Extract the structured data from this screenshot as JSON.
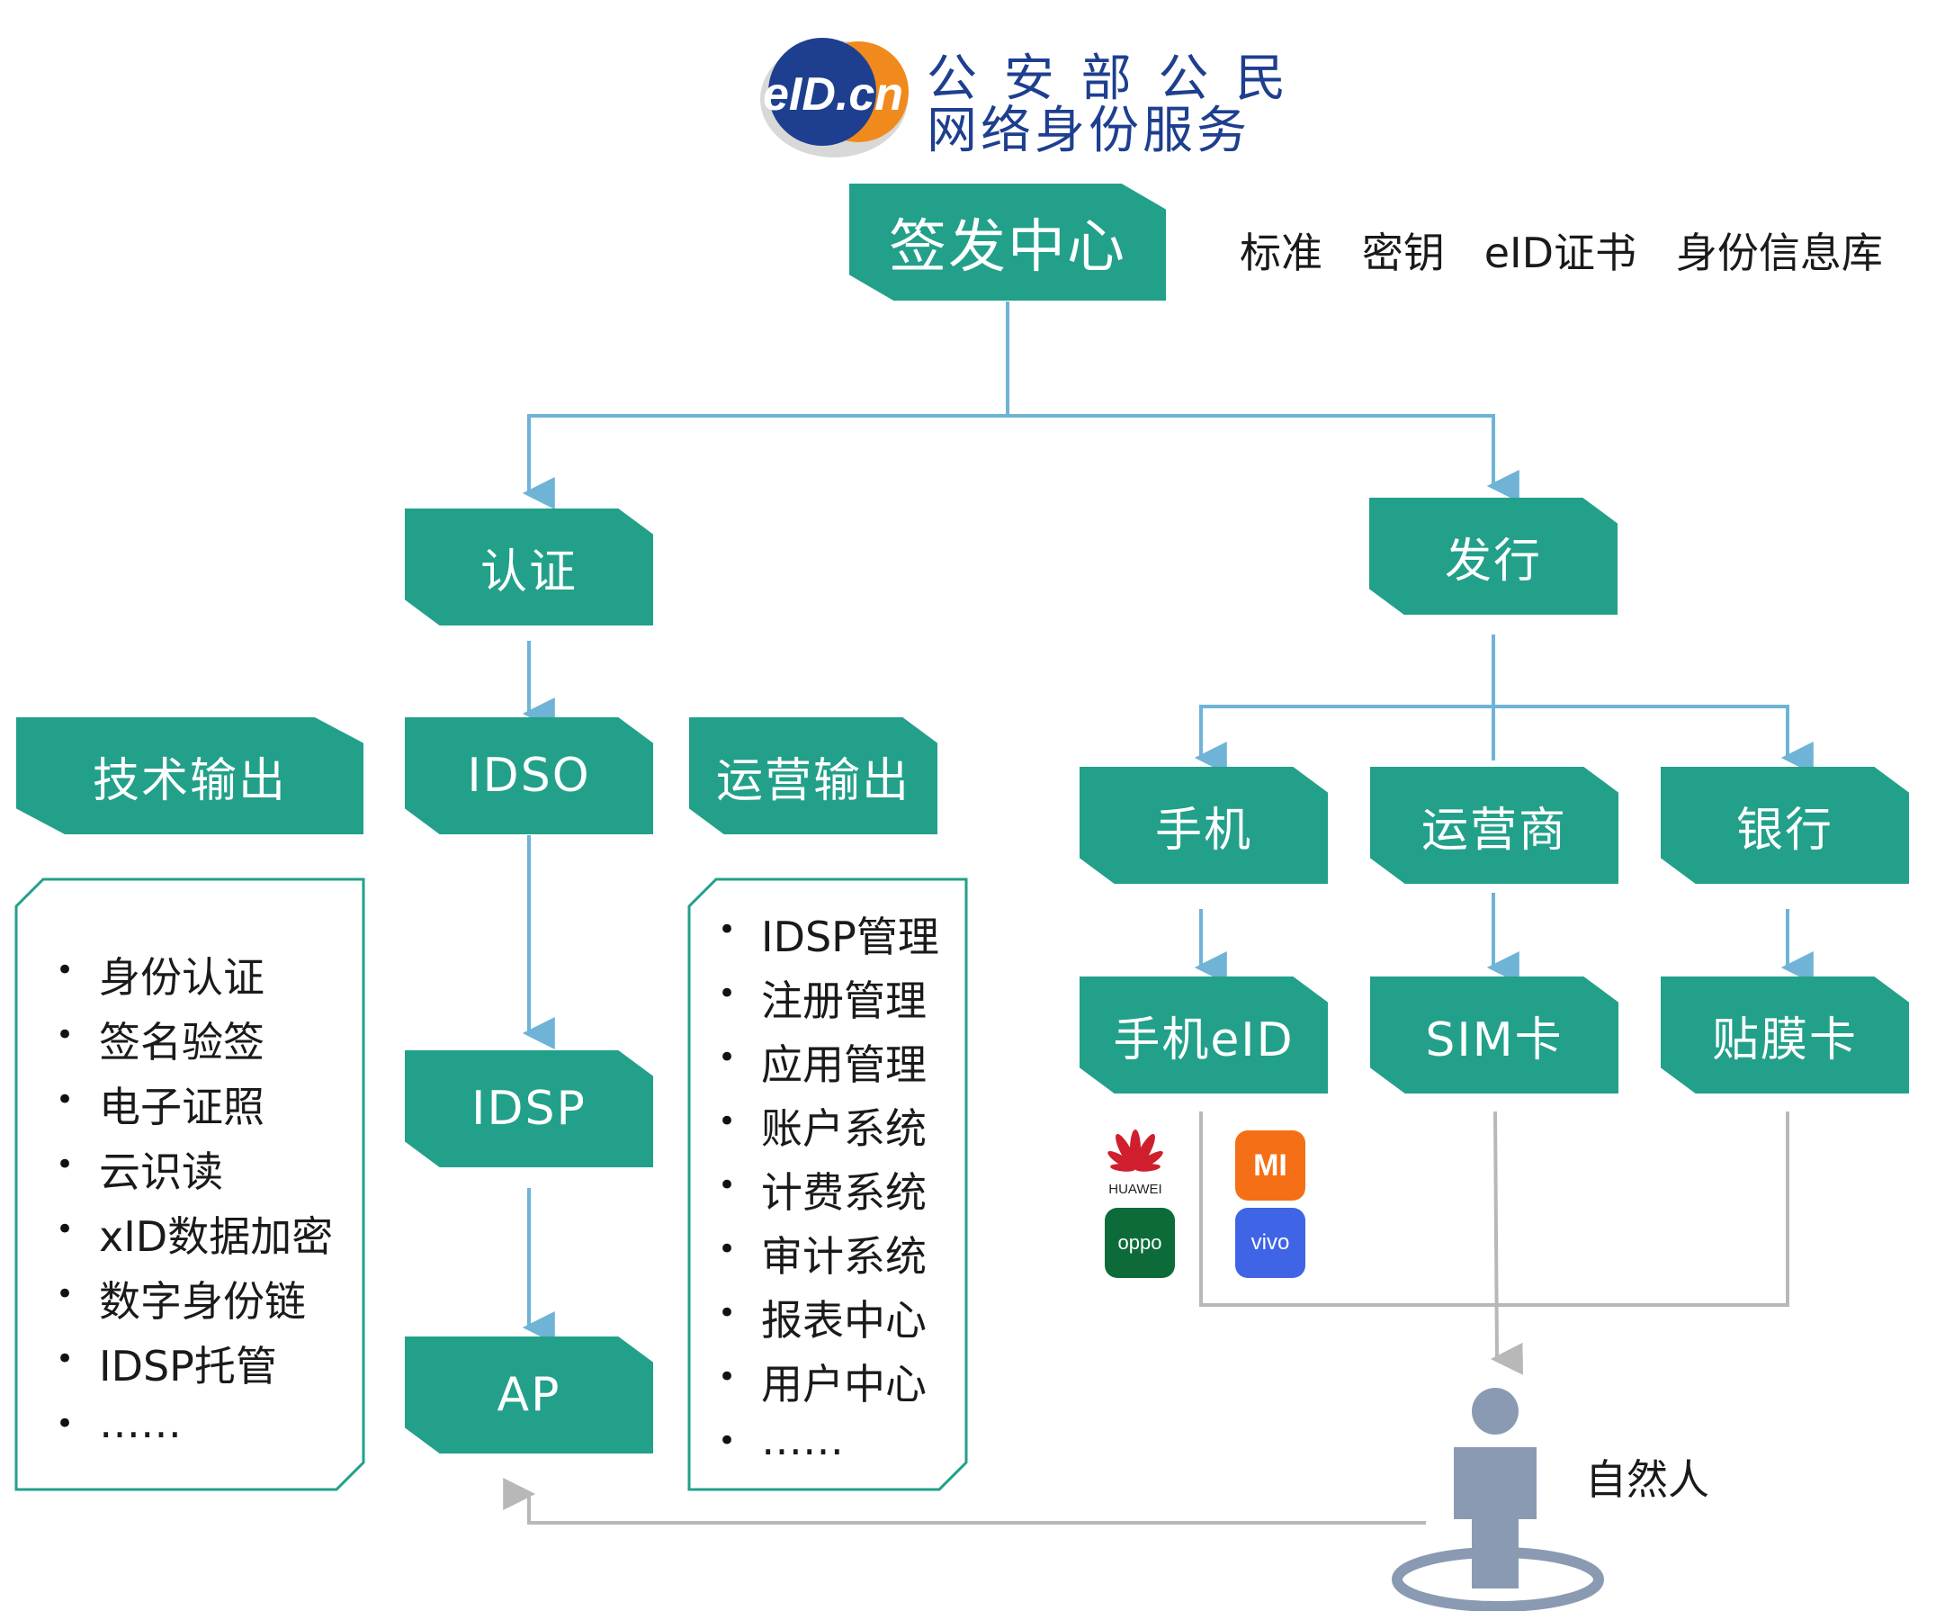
{
  "header": {
    "logo_text": "eID.cn",
    "org_line1": "公 安 部 公 民",
    "org_line2": "网络身份服务"
  },
  "top_note": "标准   密钥   eID证书   身份信息库",
  "nodes": {
    "issuing_center": "签发中心",
    "auth": "认证",
    "issue": "发行",
    "tech_output": "技术输出",
    "idso": "IDSO",
    "ops_output": "运营输出",
    "idsp": "IDSP",
    "ap": "AP",
    "phone": "手机",
    "carrier": "运营商",
    "bank": "银行",
    "phone_eid": "手机eID",
    "sim_card": "SIM卡",
    "sticker_card": "贴膜卡"
  },
  "tech_list": [
    "身份认证",
    "签名验签",
    "电子证照",
    "云识读",
    "xID数据加密",
    "数字身份链",
    "IDSP托管",
    "……"
  ],
  "ops_list": [
    "IDSP管理",
    "注册管理",
    "应用管理",
    "账户系统",
    "计费系统",
    "审计系统",
    "报表中心",
    "用户中心",
    "……"
  ],
  "brands": {
    "huawei": "HUAWEI",
    "mi": "MI",
    "oppo": "oppo",
    "vivo": "vivo"
  },
  "person_label": "自然人",
  "colors": {
    "node": "#22a08a",
    "arrow_blue": "#6fb3d6",
    "arrow_gray": "#b8b8b8",
    "person": "#8a9ab3"
  }
}
